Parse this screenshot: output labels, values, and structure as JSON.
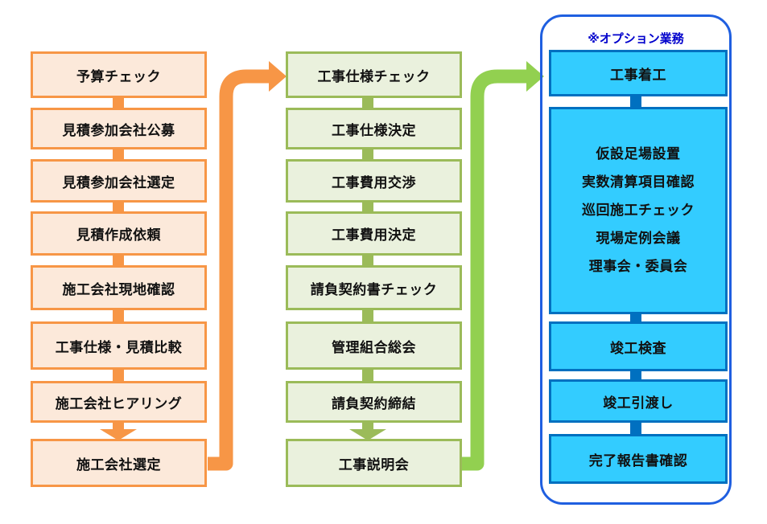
{
  "colors": {
    "orange_fill": "#fce9da",
    "orange_border": "#f79646",
    "green_fill": "#eaf1dd",
    "green_border": "#9bbb59",
    "blue_fill": "#33ccff",
    "blue_border": "#0070c0",
    "option_frame": "#1f5fe0",
    "option_label": "#0000cc"
  },
  "column1": {
    "steps": [
      "予算チェック",
      "見積参加会社公募",
      "見積参加会社選定",
      "見積作成依頼",
      "施工会社現地確認",
      "工事仕様・見積比較",
      "施工会社ヒアリング",
      "施工会社選定"
    ]
  },
  "column2": {
    "steps": [
      "工事仕様チェック",
      "工事仕様決定",
      "工事費用交渉",
      "工事費用決定",
      "請負契約書チェック",
      "管理組合総会",
      "請負契約締結",
      "工事説明会"
    ]
  },
  "column3": {
    "option_label": "※オプション業務",
    "start": "工事着工",
    "during": [
      "仮設足場設置",
      "実数清算項目確認",
      "巡回施工チェック",
      "現場定例会議",
      "理事会・委員会"
    ],
    "inspection": "竣工検査",
    "handover": "竣工引渡し",
    "report": "完了報告書確認"
  }
}
